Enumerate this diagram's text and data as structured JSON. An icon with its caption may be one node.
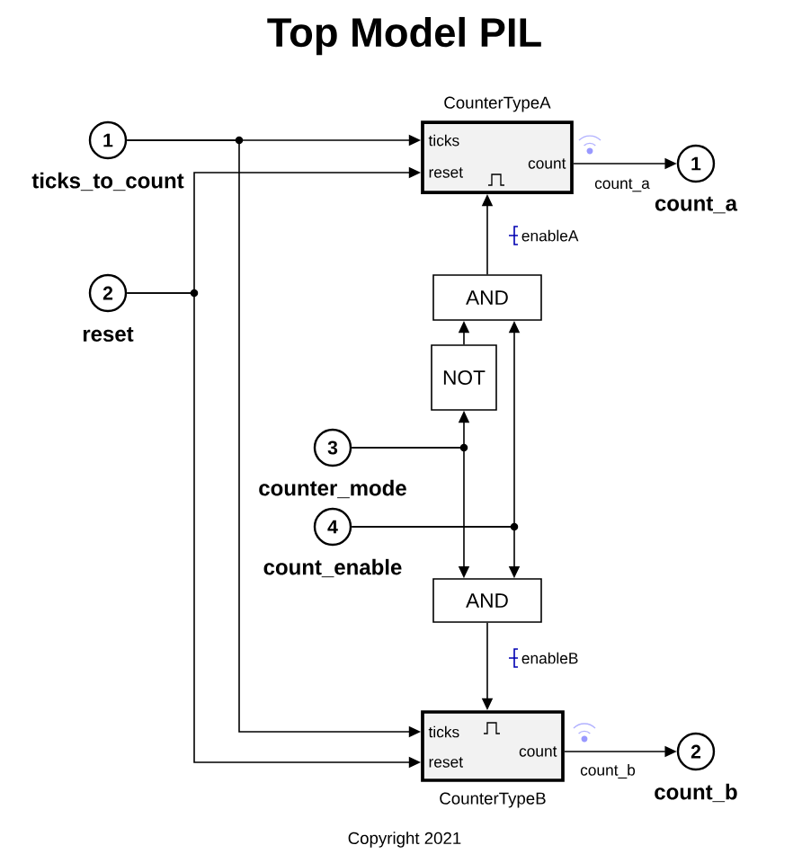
{
  "diagram": {
    "title": "Top Model PIL",
    "nodes": [
      {
        "text": [
          "1"
        ],
        "beside": [
          "ticks_to_count"
        ]
      },
      {
        "text": [
          "2"
        ],
        "beside": [
          "reset"
        ]
      },
      {
        "text": [
          "3"
        ],
        "beside": [
          "counter_mode"
        ]
      },
      {
        "text": [
          "4"
        ],
        "beside": [
          "count_enable"
        ]
      },
      {
        "text": [
          "CounterTypeA",
          "ticks",
          "count",
          "reset"
        ]
      },
      {
        "text": [
          "AND"
        ]
      },
      {
        "text": [
          "NOT"
        ]
      },
      {
        "text": [
          "AND"
        ]
      },
      {
        "text": [
          "ticks",
          "count",
          "reset",
          "CounterTypeB"
        ]
      },
      {
        "text": [
          "1"
        ],
        "beside": [
          "count_a"
        ]
      },
      {
        "text": [
          "2"
        ],
        "beside": [
          "count_b"
        ]
      }
    ],
    "edges": [
      {
        "from": 0,
        "to": 4,
        "arrow": "to"
      },
      {
        "from": 0,
        "to": 8,
        "arrow": "to"
      },
      {
        "from": 1,
        "to": 4,
        "arrow": "to"
      },
      {
        "from": 1,
        "to": 8,
        "arrow": "to"
      },
      {
        "from": 2,
        "to": 6,
        "arrow": "to"
      },
      {
        "from": 2,
        "to": 7,
        "arrow": "to"
      },
      {
        "from": 3,
        "to": 5,
        "arrow": "to"
      },
      {
        "from": 3,
        "to": 7,
        "arrow": "to"
      },
      {
        "from": 6,
        "to": 5,
        "arrow": "to"
      },
      {
        "from": 5,
        "to": 4,
        "arrow": "to",
        "label": "enableA"
      },
      {
        "from": 7,
        "to": 8,
        "arrow": "to",
        "label": "enableB"
      },
      {
        "from": 4,
        "to": 9,
        "arrow": "to",
        "label": "count_a"
      },
      {
        "from": 8,
        "to": 10,
        "arrow": "to",
        "label": "count_b"
      }
    ],
    "labels": [
      "Copyright 2021"
    ]
  }
}
